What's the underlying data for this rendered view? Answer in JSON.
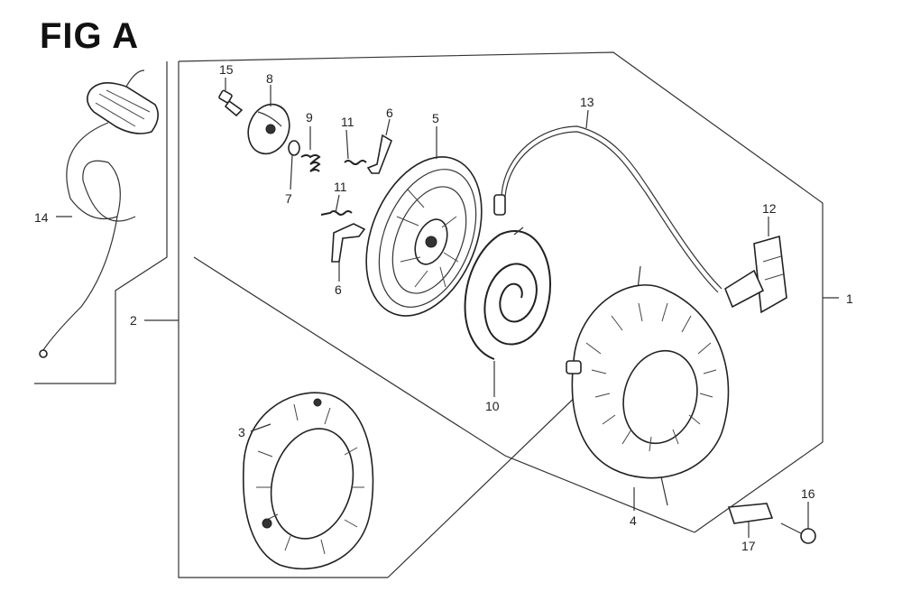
{
  "title": "FIG A",
  "callouts": {
    "c1": "1",
    "c2": "2",
    "c3": "3",
    "c4": "4",
    "c5": "5",
    "c6a": "6",
    "c6b": "6",
    "c7": "7",
    "c8": "8",
    "c9": "9",
    "c10": "10",
    "c11a": "11",
    "c11b": "11",
    "c12": "12",
    "c13": "13",
    "c14": "14",
    "c15": "15",
    "c16": "16",
    "c17": "17"
  },
  "colors": {
    "ink": "#222222",
    "background": "#ffffff"
  }
}
